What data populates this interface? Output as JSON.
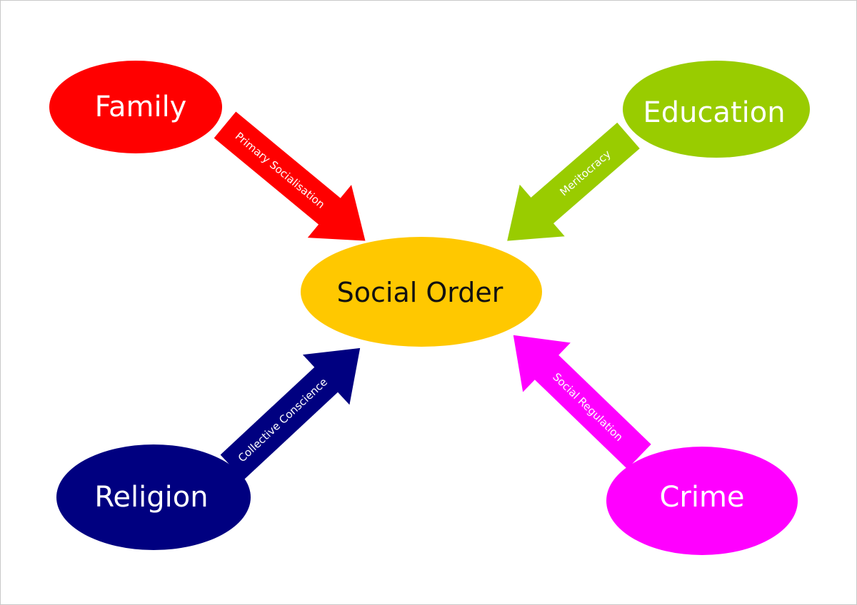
{
  "center": {
    "label": "Social Order",
    "color": "#ffc800",
    "text_color": "#111111"
  },
  "nodes": [
    {
      "id": "family",
      "label": "Family",
      "color": "#ff0000",
      "text_color": "#ffffff"
    },
    {
      "id": "education",
      "label": "Education",
      "color": "#99cc00",
      "text_color": "#ffffff"
    },
    {
      "id": "religion",
      "label": "Religion",
      "color": "#000080",
      "text_color": "#ffffff"
    },
    {
      "id": "crime",
      "label": "Crime",
      "color": "#ff00ff",
      "text_color": "#ffffff"
    }
  ],
  "arrows": [
    {
      "id": "family",
      "label": "Primary Socialisation",
      "color": "#ff0000"
    },
    {
      "id": "education",
      "label": "Meritocracy",
      "color": "#99cc00"
    },
    {
      "id": "religion",
      "label": "Collective Conscience",
      "color": "#000080"
    },
    {
      "id": "crime",
      "label": "Social Regulation",
      "color": "#ff00ff"
    }
  ]
}
